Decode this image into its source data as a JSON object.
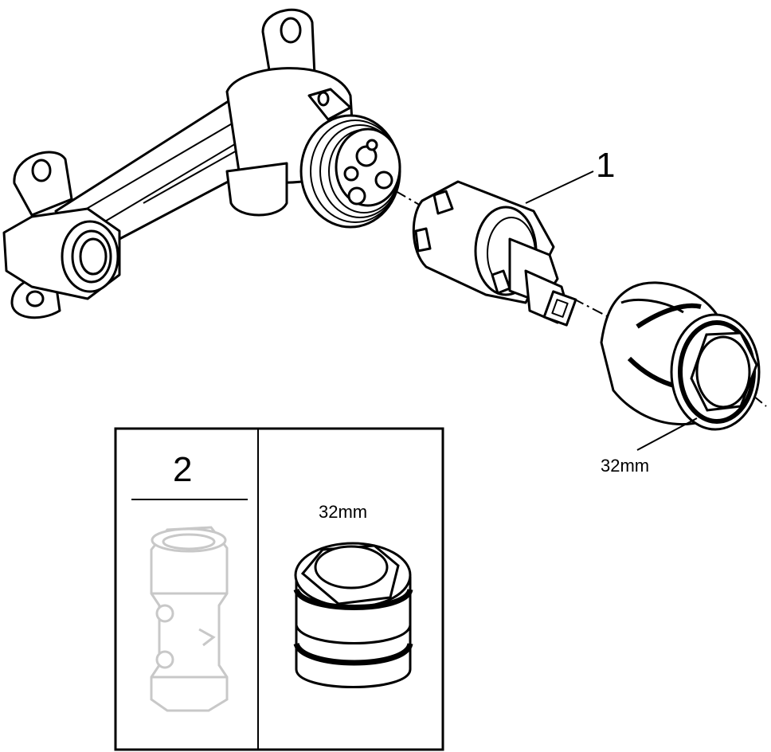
{
  "callouts": {
    "item_1": "1",
    "item_2": "2",
    "nut_size_main": "32mm",
    "nut_size_inset": "32mm"
  },
  "colors": {
    "stroke": "#000000",
    "body_fill": "#ffffff",
    "ghost_stroke": "#c8c8c8"
  }
}
